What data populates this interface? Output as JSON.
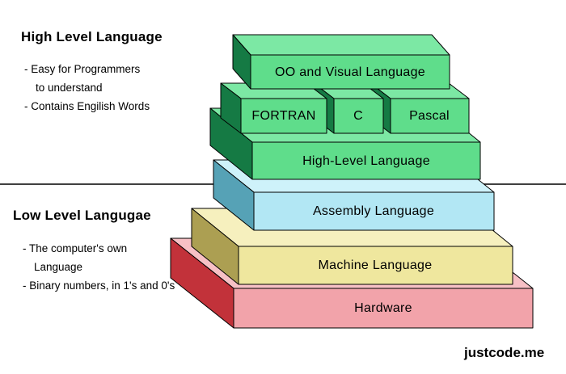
{
  "annotations": {
    "high_level": {
      "title": "High Level Language",
      "bullet1": "- Easy for Programmers",
      "bullet1b": "to understand",
      "bullet2": "- Contains Engilish Words"
    },
    "low_level": {
      "title": "Low Level Langugae",
      "bullet1": "- The computer's own",
      "bullet1b": "Language",
      "bullet2": "- Binary numbers, in 1's and 0's"
    }
  },
  "blocks": {
    "oo": {
      "label": "OO and Visual Language"
    },
    "fortran": {
      "label": "FORTRAN"
    },
    "c": {
      "label": "C"
    },
    "pascal": {
      "label": "Pascal"
    },
    "hll": {
      "label": "High-Level Language"
    },
    "assembly": {
      "label": "Assembly Language"
    },
    "machine": {
      "label": "Machine Language"
    },
    "hardware": {
      "label": "Hardware"
    }
  },
  "colors": {
    "green_front": "#5FDD8B",
    "green_top": "#7CE8A4",
    "green_side": "#157A44",
    "cyan_front": "#B2E7F4",
    "cyan_top": "#CEF2FA",
    "cyan_side": "#56A2B6",
    "yellow_front": "#EFE79E",
    "yellow_top": "#F6F0BE",
    "yellow_side": "#AC9F52",
    "red_front": "#F2A3AA",
    "red_top": "#F7C0C5",
    "red_side": "#C2323A",
    "divider": "#000000"
  },
  "watermark": "justcode.me"
}
